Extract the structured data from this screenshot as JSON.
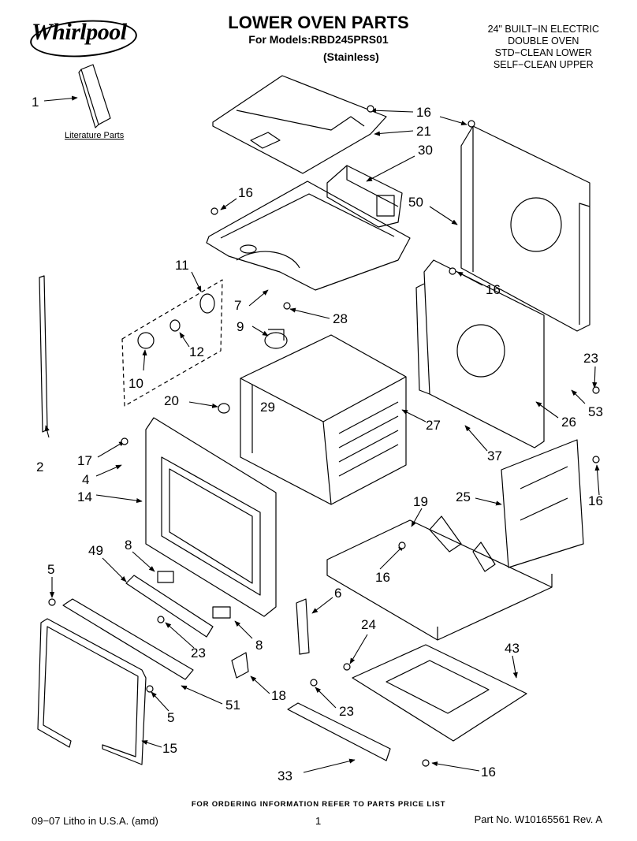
{
  "header": {
    "brand": "Whirlpool",
    "title": "LOWER OVEN PARTS",
    "models": "For Models:RBD245PRS01",
    "variant": "(Stainless)",
    "description": [
      "24\" BUILT−IN ELECTRIC",
      "DOUBLE OVEN",
      "STD−CLEAN LOWER",
      "SELF−CLEAN UPPER"
    ]
  },
  "literature_label": "Literature Parts",
  "callouts": [
    {
      "id": "c1",
      "label": "1"
    },
    {
      "id": "c16a",
      "label": "16"
    },
    {
      "id": "c21",
      "label": "21"
    },
    {
      "id": "c30",
      "label": "30"
    },
    {
      "id": "c16b",
      "label": "16"
    },
    {
      "id": "c50",
      "label": "50"
    },
    {
      "id": "c11",
      "label": "11"
    },
    {
      "id": "c7",
      "label": "7"
    },
    {
      "id": "c16c",
      "label": "16"
    },
    {
      "id": "c28",
      "label": "28"
    },
    {
      "id": "c9",
      "label": "9"
    },
    {
      "id": "c12",
      "label": "12"
    },
    {
      "id": "c10",
      "label": "10"
    },
    {
      "id": "c23a",
      "label": "23"
    },
    {
      "id": "c20",
      "label": "20"
    },
    {
      "id": "c29",
      "label": "29"
    },
    {
      "id": "c27",
      "label": "27"
    },
    {
      "id": "c26",
      "label": "26"
    },
    {
      "id": "c53",
      "label": "53"
    },
    {
      "id": "c2",
      "label": "2"
    },
    {
      "id": "c17",
      "label": "17"
    },
    {
      "id": "c4",
      "label": "4"
    },
    {
      "id": "c14",
      "label": "14"
    },
    {
      "id": "c37",
      "label": "37"
    },
    {
      "id": "c19",
      "label": "19"
    },
    {
      "id": "c25",
      "label": "25"
    },
    {
      "id": "c16d",
      "label": "16"
    },
    {
      "id": "c8a",
      "label": "8"
    },
    {
      "id": "c49",
      "label": "49"
    },
    {
      "id": "c16e",
      "label": "16"
    },
    {
      "id": "c5a",
      "label": "5"
    },
    {
      "id": "c6",
      "label": "6"
    },
    {
      "id": "c24",
      "label": "24"
    },
    {
      "id": "c23b",
      "label": "23"
    },
    {
      "id": "c8b",
      "label": "8"
    },
    {
      "id": "c43",
      "label": "43"
    },
    {
      "id": "c51",
      "label": "51"
    },
    {
      "id": "c18",
      "label": "18"
    },
    {
      "id": "c5b",
      "label": "5"
    },
    {
      "id": "c23c",
      "label": "23"
    },
    {
      "id": "c15",
      "label": "15"
    },
    {
      "id": "c33",
      "label": "33"
    },
    {
      "id": "c16f",
      "label": "16"
    }
  ],
  "footer": {
    "ordering": "FOR ORDERING INFORMATION REFER TO PARTS PRICE LIST",
    "litho": "09−07 Litho in U.S.A. (amd)",
    "page": "1",
    "part_no": "Part No. W10165561 Rev. A"
  }
}
